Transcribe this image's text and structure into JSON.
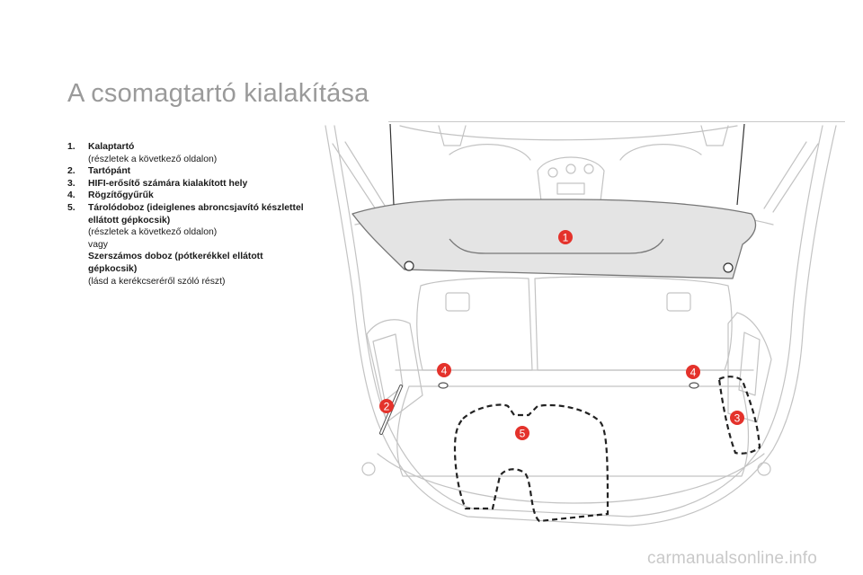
{
  "page": {
    "title": "A csomagtartó kialakítása",
    "footer": "carmanualsonline.info"
  },
  "legend": [
    {
      "num": "1.",
      "lines": [
        {
          "t": "Kalaptartó",
          "bold": true
        },
        {
          "t": "(részletek a következő oldalon)",
          "bold": false
        }
      ]
    },
    {
      "num": "2.",
      "lines": [
        {
          "t": "Tartópánt",
          "bold": true
        }
      ]
    },
    {
      "num": "3.",
      "lines": [
        {
          "t": "HIFI-erősítő számára kialakított hely",
          "bold": true
        }
      ]
    },
    {
      "num": "4.",
      "lines": [
        {
          "t": "Rögzítőgyűrűk",
          "bold": true
        }
      ]
    },
    {
      "num": "5.",
      "lines": [
        {
          "t": "Tárolódoboz (ideiglenes abroncsjavító készlettel ellátott gépkocsik)",
          "bold": true
        },
        {
          "t": "(részletek a következő oldalon)",
          "bold": false
        },
        {
          "t": "vagy",
          "bold": false
        },
        {
          "t": "Szerszámos doboz (pótkerékkel ellátott gépkocsik)",
          "bold": true
        },
        {
          "t": "(lásd a kerékcseréről szóló részt)",
          "bold": false
        }
      ]
    }
  ],
  "callouts": {
    "c1": "1",
    "c2": "2",
    "c3": "3",
    "c4a": "4",
    "c4b": "4",
    "c5": "5",
    "color": "#e4322b"
  }
}
